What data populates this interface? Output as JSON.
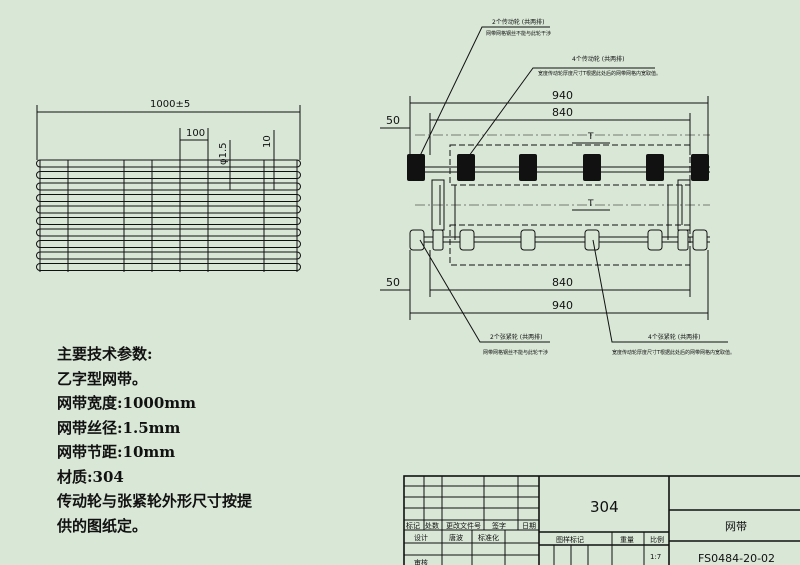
{
  "left_view": {
    "width_dim": "1000±5",
    "pitch_dim": "100",
    "wire_dim": "φ1.5",
    "spacing_dim": "10"
  },
  "right_view": {
    "top_dims": {
      "outer": "940",
      "inner": "840",
      "offset": "50",
      "t1": "T",
      "t2": "T"
    },
    "bottom_dims": {
      "outer": "940",
      "inner": "840",
      "offset": "50"
    },
    "callouts": [
      {
        "title": "2个传动轮 (共两排)",
        "note": "网带网格钢丝不能与此轮干涉"
      },
      {
        "title": "4个传动轮 (共两排)",
        "note": "宽度传动轮厚度尺寸T根据此处后的网带网格内宽取值。"
      },
      {
        "title": "2个张紧轮 (共两排)",
        "note": "网带网格钢丝不能与此轮干涉"
      },
      {
        "title": "4个张紧轮 (共两排)",
        "note": "宽度传动轮厚度尺寸T根据此处后的网带网格内宽取值。"
      }
    ]
  },
  "notes": [
    "主要技术参数:",
    "乙字型网带。",
    "网带宽度:1000mm",
    "网带丝径:1.5mm",
    "网带节距:10mm",
    "材质:304",
    "传动轮与张紧轮外形尺寸按提",
    "供的图纸定。"
  ],
  "title_block": {
    "material": "304",
    "part_name": "网带",
    "drawing_no": "FS0484-20-02",
    "scale": "1:7",
    "headers": [
      "标记",
      "处数",
      "更改文件号",
      "签字",
      "日期"
    ],
    "row_design": [
      "设计",
      "唐波",
      "标准化"
    ],
    "row_review": "审核",
    "stage_label": "图样标记",
    "weight_label": "重量",
    "scale_label": "比例"
  }
}
